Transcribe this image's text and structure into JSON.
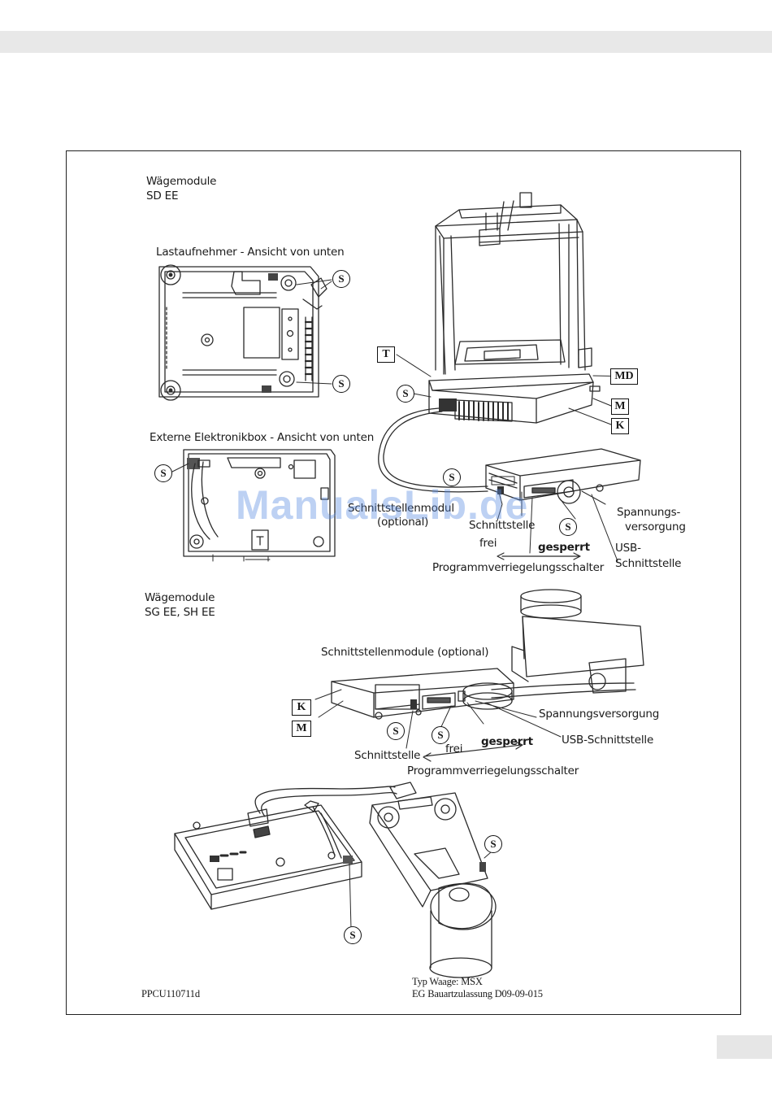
{
  "section1": {
    "line1": "Wägemodule",
    "line2": "SD EE"
  },
  "fig_bottom_view": {
    "caption": "Lastaufnehmer - Ansicht von unten"
  },
  "fig_electronics_box": {
    "caption": "Externe Elektronikbox - Ansicht von unten"
  },
  "labels_sd": {
    "T": "T",
    "MD": "MD",
    "M": "M",
    "K": "K",
    "S": "S",
    "interface_module": "Schnittstellenmodul",
    "interface_module_opt": "(optional)",
    "interface": "Schnittstelle",
    "power1": "Spannungs-",
    "power2": "versorgung",
    "usb1": "USB-",
    "usb2": "Schnittstelle",
    "free": "frei",
    "locked": "gesperrt",
    "lock_switch": "Programmverriegelungsschalter"
  },
  "section2": {
    "line1": "Wägemodule",
    "line2": "SG EE, SH EE"
  },
  "labels_sg": {
    "modules": "Schnittstellenmodule (optional)",
    "K": "K",
    "M": "M",
    "S": "S",
    "power": "Spannungsversorgung",
    "usb": "USB-Schnittstelle",
    "interface": "Schnittstelle",
    "free": "frei",
    "locked": "gesperrt",
    "lock_switch": "Programmverriegelungsschalter"
  },
  "footer": {
    "code": "PPCU110711d",
    "type": "Typ Waage: MSX",
    "approval": "EG Bauartzulassung D09-09-015"
  },
  "watermark": "ManualsLib.de"
}
